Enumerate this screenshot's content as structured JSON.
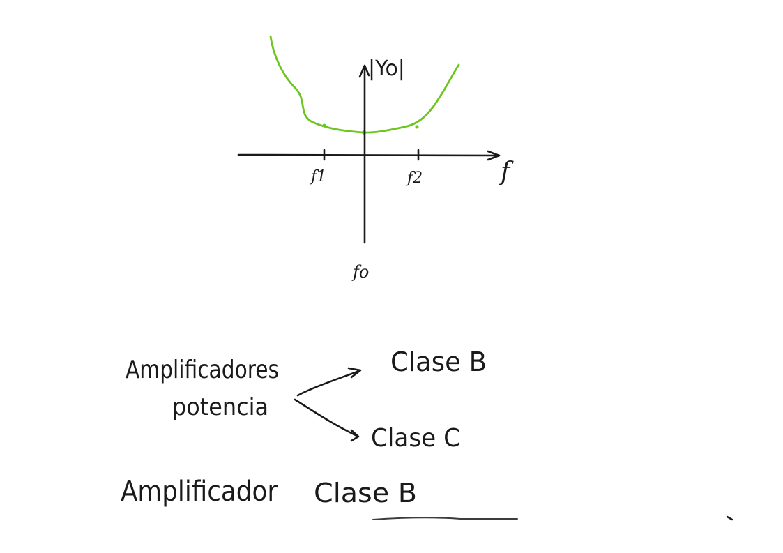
{
  "colors": {
    "ink": "#1a1a1a",
    "curve": "#6cc61e"
  },
  "graph": {
    "y_label": "|Yo|",
    "x_label": "f",
    "tick_left_label": "f1",
    "tick_right_label": "f2",
    "center_label": "fo"
  },
  "notes": {
    "amplificadores": "Amplificadores",
    "potencia": "potencia",
    "clase_b": "Clase B",
    "clase_c": "Clase C",
    "amplificador": "Amplificador",
    "clase_b_2": "Clase B"
  }
}
